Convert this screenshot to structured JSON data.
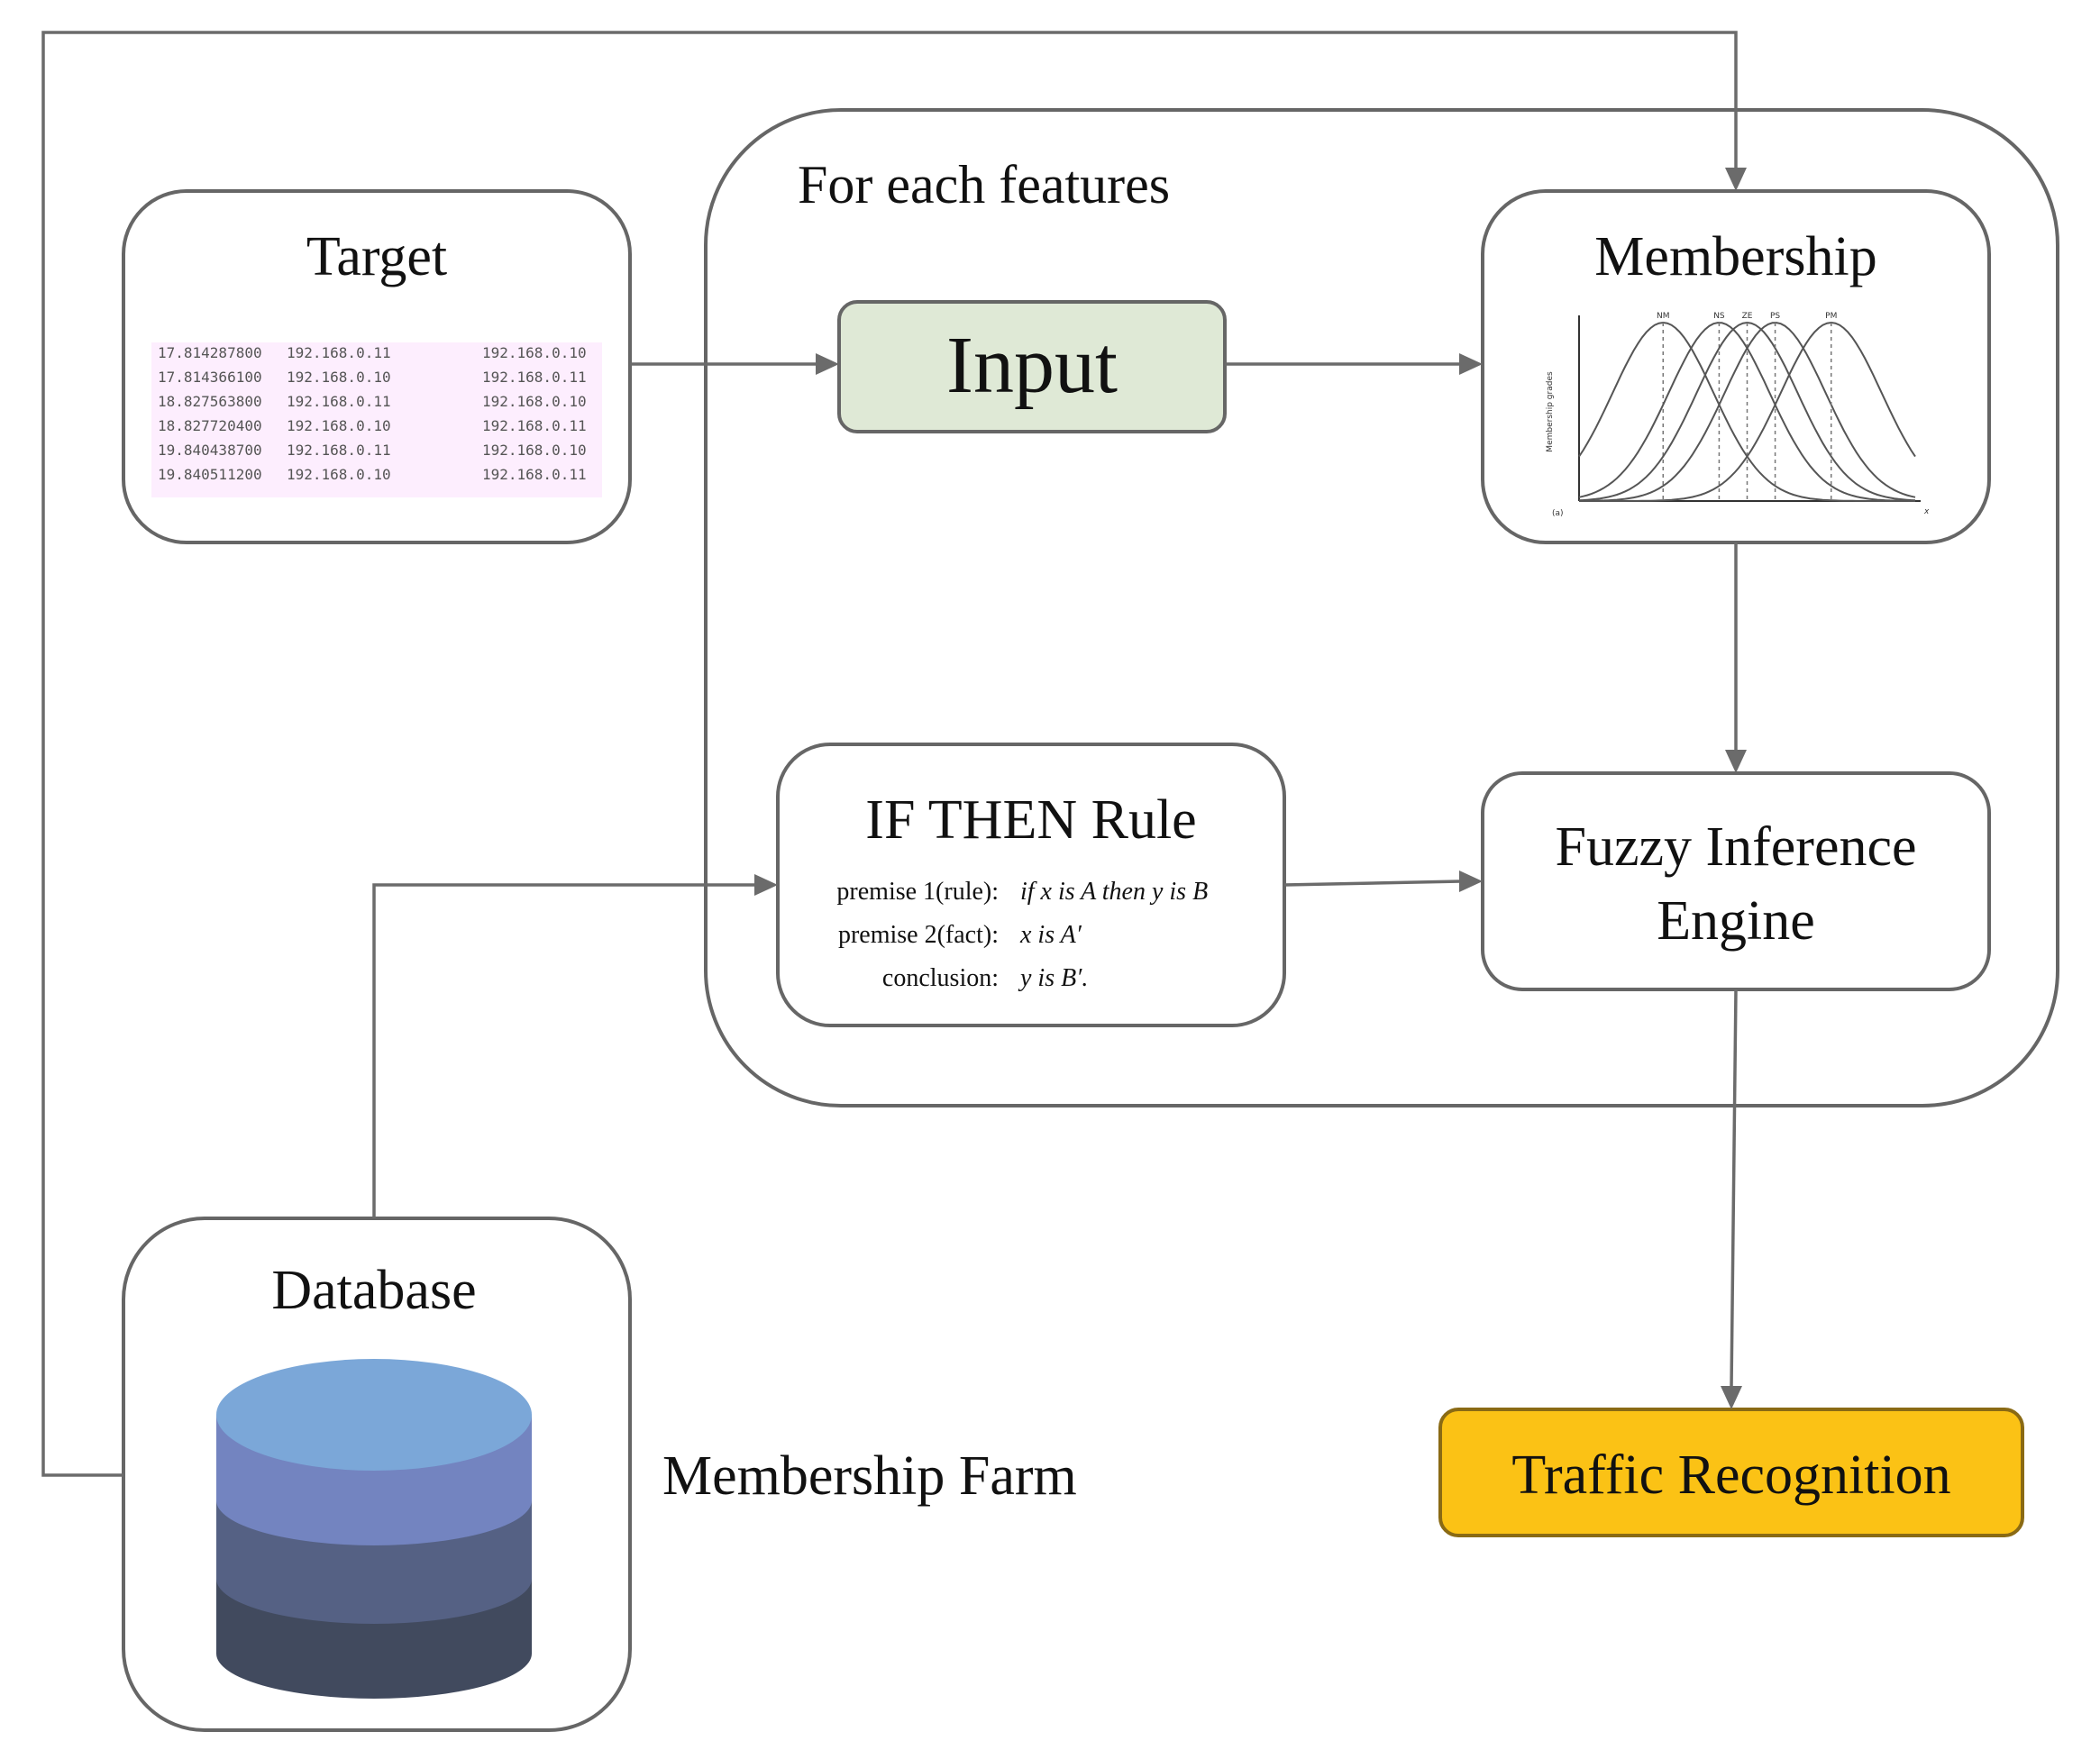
{
  "colors": {
    "input_fill": "#dfe9d6",
    "output_fill": "#fbc215",
    "db_top": "#7ba7d8",
    "db_band2": "#7384c0",
    "db_band3": "#556184",
    "db_band4": "#414a5e",
    "table_bg": "#fdeefe",
    "line": "#6b6b6b"
  },
  "container": {
    "label": "For each features"
  },
  "target": {
    "title": "Target",
    "rows": [
      [
        "17.814287800",
        "192.168.0.11",
        "192.168.0.10"
      ],
      [
        "17.814366100",
        "192.168.0.10",
        "192.168.0.11"
      ],
      [
        "18.827563800",
        "192.168.0.11",
        "192.168.0.10"
      ],
      [
        "18.827720400",
        "192.168.0.10",
        "192.168.0.11"
      ],
      [
        "19.840438700",
        "192.168.0.11",
        "192.168.0.10"
      ],
      [
        "19.840511200",
        "192.168.0.10",
        "192.168.0.11"
      ]
    ]
  },
  "input": {
    "label": "Input"
  },
  "membership": {
    "title": "Membership",
    "y_axis_label": "Membership grades",
    "x_axis_symbol": "x",
    "panel_tag": "(a)",
    "set_labels": [
      "NM",
      "NS",
      "ZE",
      "PS",
      "PM"
    ],
    "peaks": [
      -1.5,
      -0.5,
      0,
      0.5,
      1.5
    ]
  },
  "rule": {
    "title": "IF THEN Rule",
    "lines": [
      {
        "label": "premise 1(rule):",
        "text": "if x is A then y is B"
      },
      {
        "label": "premise 2(fact):",
        "text": "x is A′"
      },
      {
        "label": "conclusion:",
        "text": "y is B′."
      }
    ]
  },
  "engine": {
    "line1": "Fuzzy Inference",
    "line2": "Engine"
  },
  "database": {
    "title": "Database",
    "side_label": "Membership Farm"
  },
  "output": {
    "label": "Traffic Recognition"
  }
}
